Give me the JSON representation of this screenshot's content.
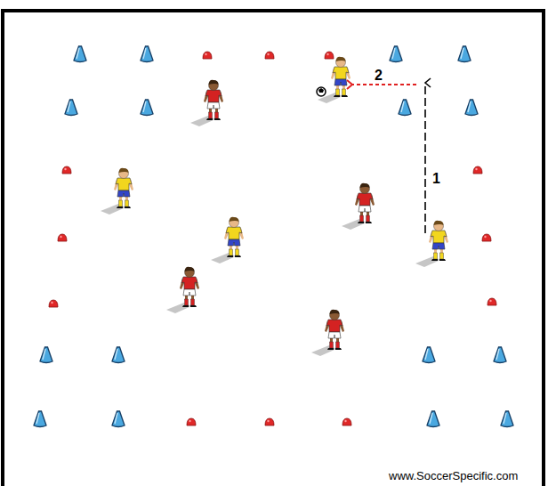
{
  "diagram": {
    "labels": [
      "1",
      "2",
      "www.SoccerSpecific.com"
    ]
  }
}
